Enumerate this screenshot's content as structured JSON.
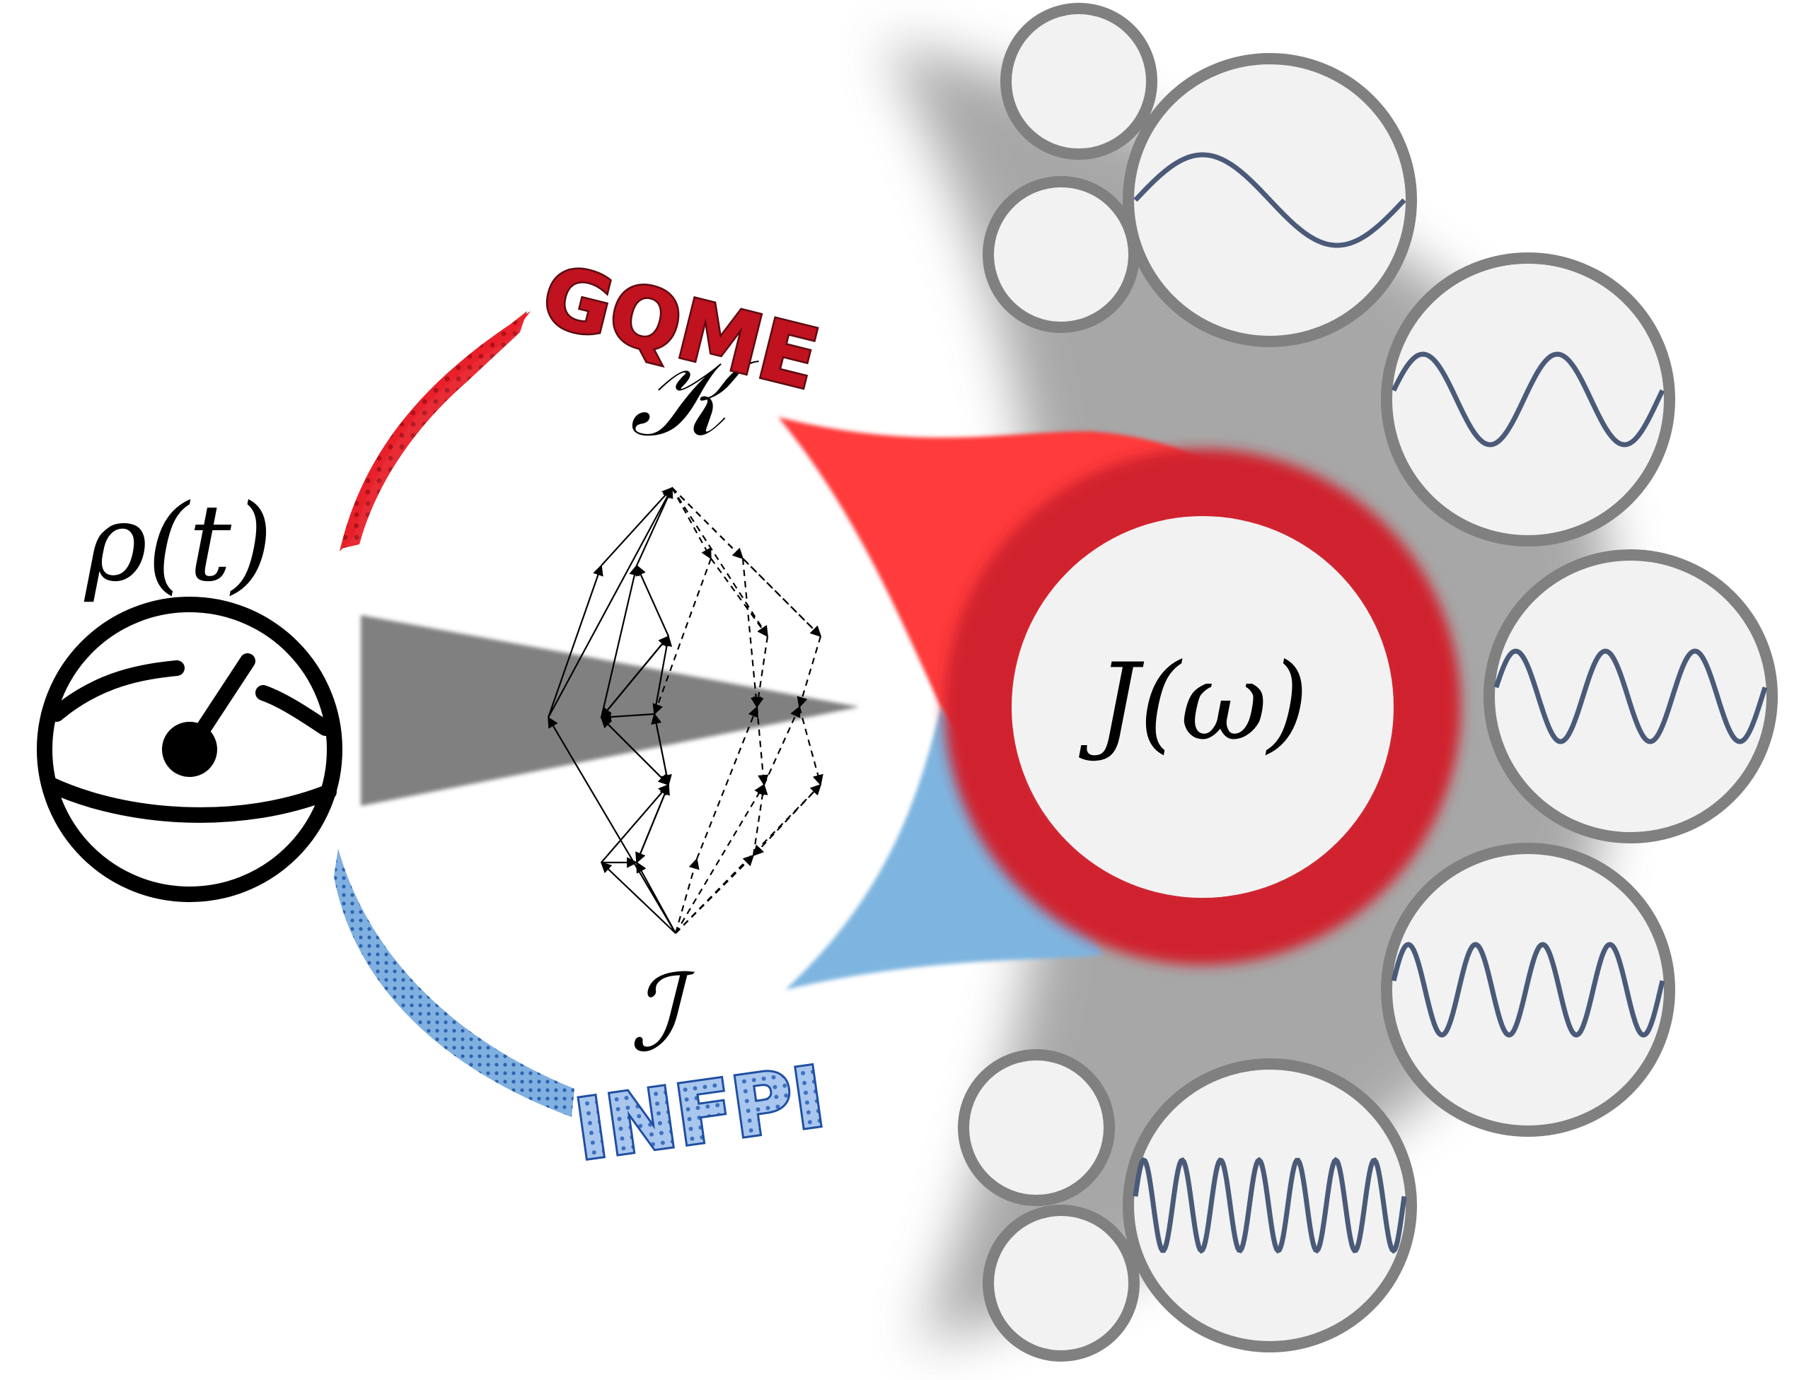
{
  "labels": {
    "density": "ρ(t)",
    "kernel": "𝒦",
    "influence": "ℐ",
    "spectral": "J(ω)",
    "gqme": "GQME",
    "infpi": "INFPI"
  },
  "colors": {
    "gqme_red": "#e8202a",
    "infpi_blue": "#6fa8dc",
    "ring_red": "#d0222e",
    "bubble_stroke": "#808080",
    "bubble_fill": "#f2f2f2",
    "wave": "#4a5a78",
    "clock": "#000000",
    "wedge": "#808080"
  },
  "icons": {
    "clock": "stopwatch-icon",
    "bubbles": "oscillator-mode-bubbles"
  },
  "modes": [
    {
      "cycles": 1
    },
    {
      "cycles": 2
    },
    {
      "cycles": 3
    },
    {
      "cycles": 4
    },
    {
      "cycles": 7
    }
  ]
}
